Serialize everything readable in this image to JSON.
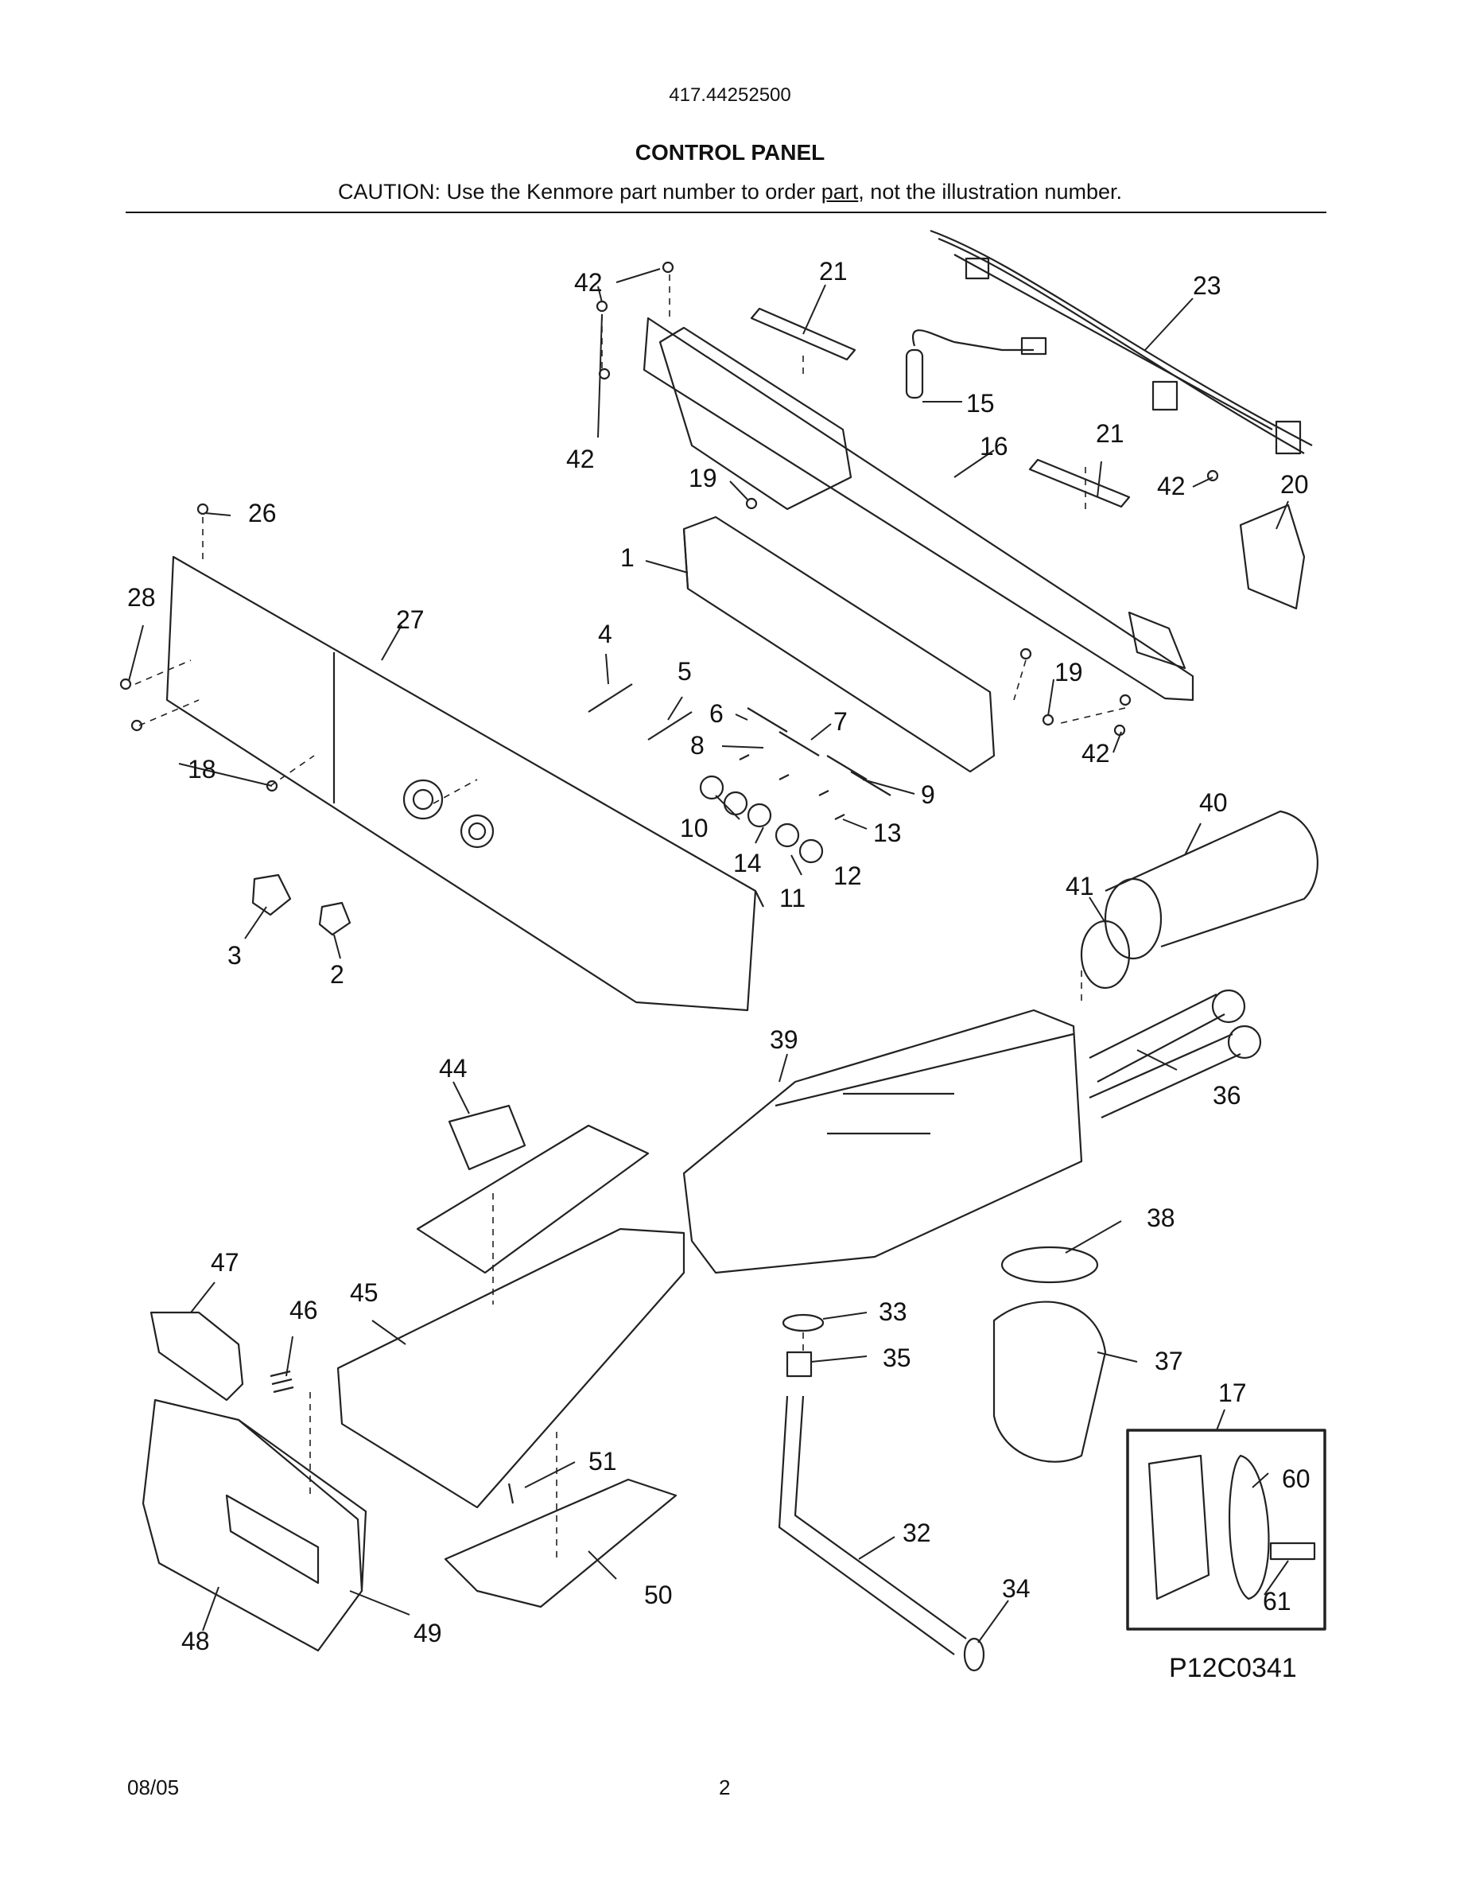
{
  "header": {
    "model_number": "417.44252500",
    "title": "CONTROL PANEL",
    "caution_prefix": "CAUTION: Use the Kenmore part number to order ",
    "caution_underlined": "part",
    "caution_suffix": ", not the illustration number."
  },
  "diagram": {
    "code": "P12C0341",
    "callouts": [
      {
        "id": "c42a",
        "label": "42"
      },
      {
        "id": "c21a",
        "label": "21"
      },
      {
        "id": "c23",
        "label": "23"
      },
      {
        "id": "c42b",
        "label": "42"
      },
      {
        "id": "c15",
        "label": "15"
      },
      {
        "id": "c16",
        "label": "16"
      },
      {
        "id": "c21b",
        "label": "21"
      },
      {
        "id": "c42c",
        "label": "42"
      },
      {
        "id": "c20",
        "label": "20"
      },
      {
        "id": "c19a",
        "label": "19"
      },
      {
        "id": "c26",
        "label": "26"
      },
      {
        "id": "c1",
        "label": "1"
      },
      {
        "id": "c28",
        "label": "28"
      },
      {
        "id": "c27",
        "label": "27"
      },
      {
        "id": "c4",
        "label": "4"
      },
      {
        "id": "c5",
        "label": "5"
      },
      {
        "id": "c19b",
        "label": "19"
      },
      {
        "id": "c6",
        "label": "6"
      },
      {
        "id": "c7",
        "label": "7"
      },
      {
        "id": "c8",
        "label": "8"
      },
      {
        "id": "c42d",
        "label": "42"
      },
      {
        "id": "c18",
        "label": "18"
      },
      {
        "id": "c9",
        "label": "9"
      },
      {
        "id": "c40",
        "label": "40"
      },
      {
        "id": "c10",
        "label": "10"
      },
      {
        "id": "c13",
        "label": "13"
      },
      {
        "id": "c14",
        "label": "14"
      },
      {
        "id": "c12",
        "label": "12"
      },
      {
        "id": "c41",
        "label": "41"
      },
      {
        "id": "c11",
        "label": "11"
      },
      {
        "id": "c3",
        "label": "3"
      },
      {
        "id": "c2",
        "label": "2"
      },
      {
        "id": "c39",
        "label": "39"
      },
      {
        "id": "c44",
        "label": "44"
      },
      {
        "id": "c36",
        "label": "36"
      },
      {
        "id": "c38",
        "label": "38"
      },
      {
        "id": "c47",
        "label": "47"
      },
      {
        "id": "c45",
        "label": "45"
      },
      {
        "id": "c46",
        "label": "46"
      },
      {
        "id": "c33",
        "label": "33"
      },
      {
        "id": "c35",
        "label": "35"
      },
      {
        "id": "c37",
        "label": "37"
      },
      {
        "id": "c17",
        "label": "17"
      },
      {
        "id": "c51",
        "label": "51"
      },
      {
        "id": "c60",
        "label": "60"
      },
      {
        "id": "c32",
        "label": "32"
      },
      {
        "id": "c50",
        "label": "50"
      },
      {
        "id": "c34",
        "label": "34"
      },
      {
        "id": "c61",
        "label": "61"
      },
      {
        "id": "c49",
        "label": "49"
      },
      {
        "id": "c48",
        "label": "48"
      }
    ]
  },
  "footer": {
    "date": "08/05",
    "page": "2"
  }
}
